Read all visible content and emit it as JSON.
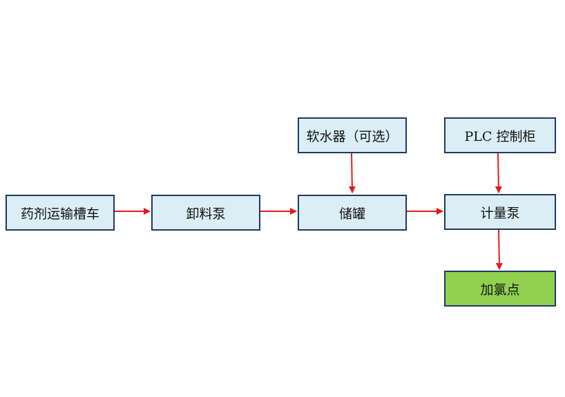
{
  "nodes": {
    "truck": "药剂运输槽车",
    "unload_pump": "卸料泵",
    "tank": "储罐",
    "softener": "软水器（可选）",
    "plc": "PLC 控制柜",
    "metering_pump": "计量泵",
    "dosing_point": "加氯点"
  },
  "colors": {
    "box_fill": "#dbeef5",
    "box_border": "#1f3864",
    "highlight_fill": "#92d050",
    "arrow": "#e31b1b"
  }
}
